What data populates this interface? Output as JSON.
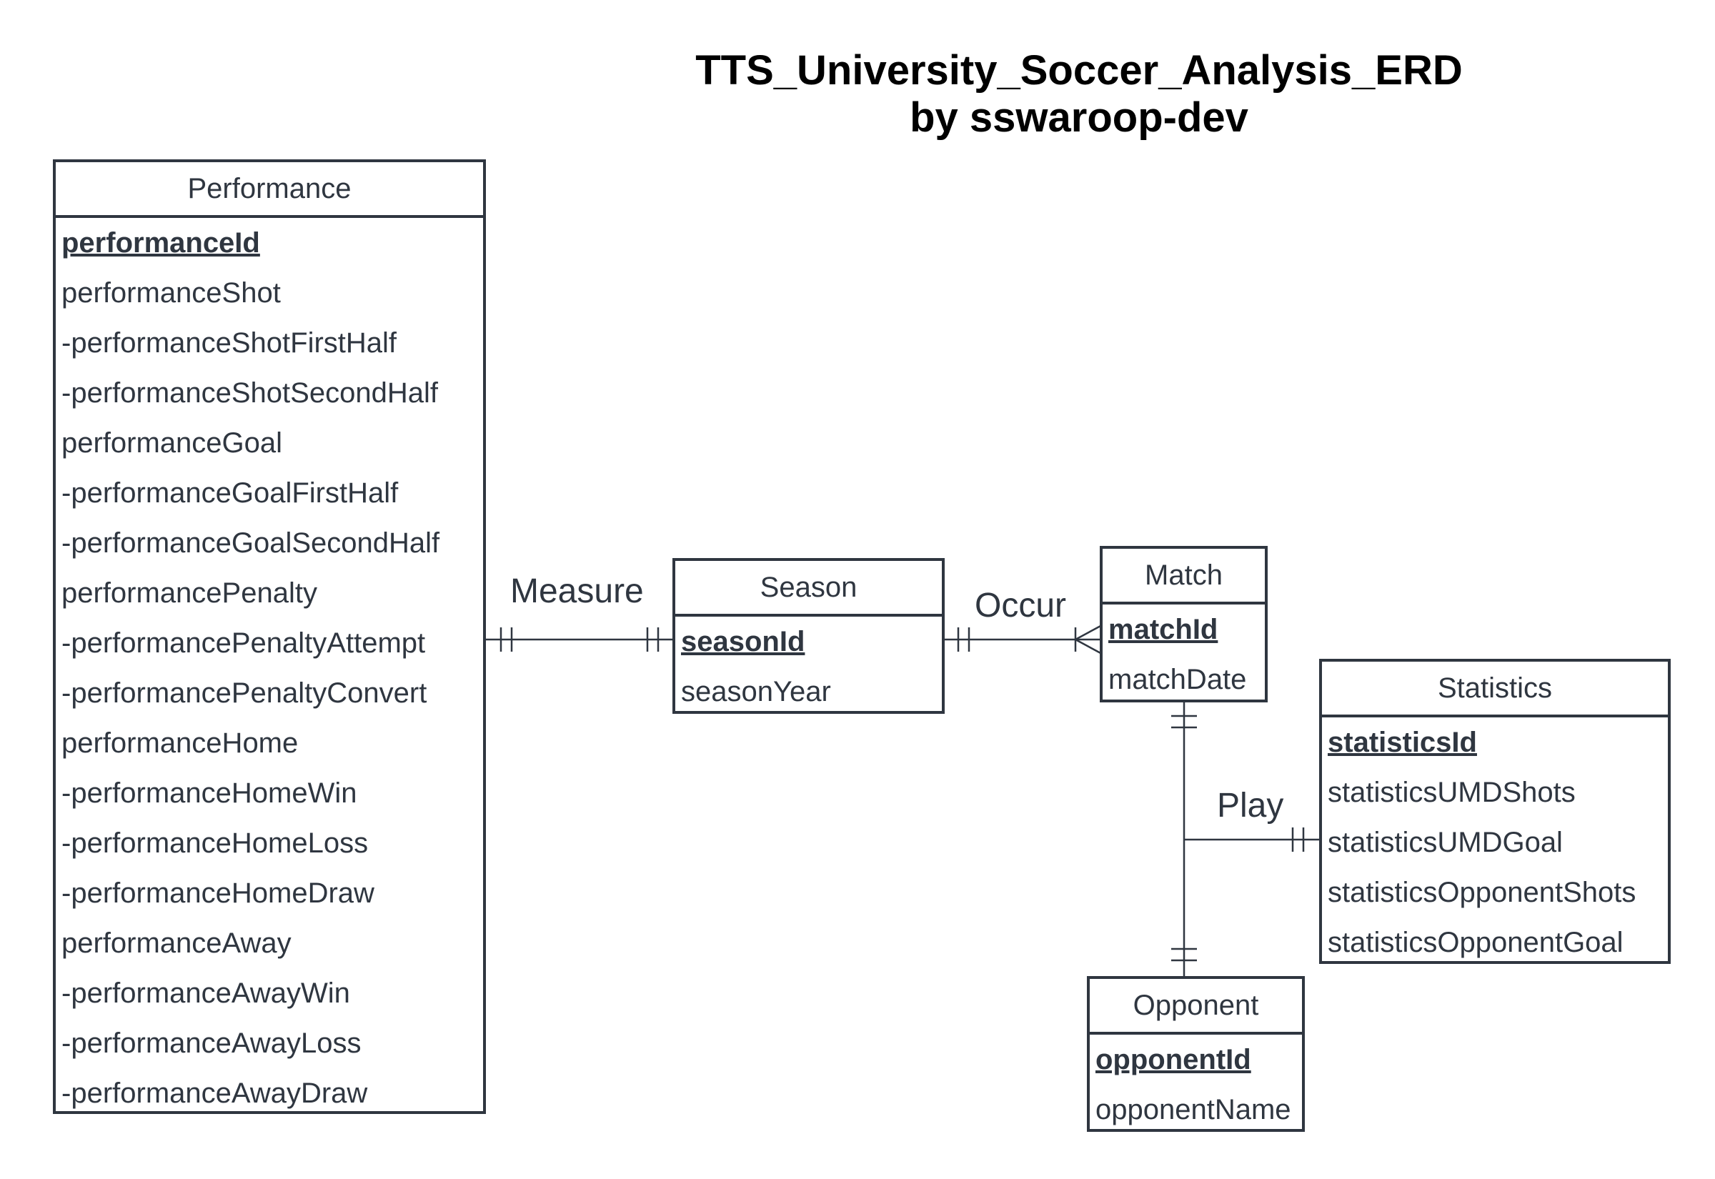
{
  "title": {
    "line1": "TTS_University_Soccer_Analysis_ERD",
    "line2": "by sswaroop-dev"
  },
  "entities": {
    "performance": {
      "name": "Performance",
      "attributes": [
        {
          "label": "performanceId",
          "pk": true
        },
        {
          "label": "performanceShot"
        },
        {
          "label": "-performanceShotFirstHalf"
        },
        {
          "label": "-performanceShotSecondHalf"
        },
        {
          "label": "performanceGoal"
        },
        {
          "label": "-performanceGoalFirstHalf"
        },
        {
          "label": "-performanceGoalSecondHalf"
        },
        {
          "label": "performancePenalty"
        },
        {
          "label": "-performancePenaltyAttempt"
        },
        {
          "label": "-performancePenaltyConvert"
        },
        {
          "label": "performanceHome"
        },
        {
          "label": "-performanceHomeWin"
        },
        {
          "label": "-performanceHomeLoss"
        },
        {
          "label": "-performanceHomeDraw"
        },
        {
          "label": "performanceAway"
        },
        {
          "label": "-performanceAwayWin"
        },
        {
          "label": "-performanceAwayLoss"
        },
        {
          "label": "-performanceAwayDraw"
        }
      ]
    },
    "season": {
      "name": "Season",
      "attributes": [
        {
          "label": "seasonId",
          "pk": true
        },
        {
          "label": "seasonYear"
        }
      ]
    },
    "match": {
      "name": "Match",
      "attributes": [
        {
          "label": "matchId",
          "pk": true
        },
        {
          "label": "matchDate"
        }
      ]
    },
    "statistics": {
      "name": "Statistics",
      "attributes": [
        {
          "label": "statisticsId",
          "pk": true
        },
        {
          "label": "statisticsUMDShots"
        },
        {
          "label": "statisticsUMDGoal"
        },
        {
          "label": "statisticsOpponentShots"
        },
        {
          "label": "statisticsOpponentGoal"
        }
      ]
    },
    "opponent": {
      "name": "Opponent",
      "attributes": [
        {
          "label": "opponentId",
          "pk": true
        },
        {
          "label": "opponentName"
        }
      ]
    }
  },
  "relationships": {
    "measure": {
      "label": "Measure",
      "from": "Performance",
      "to": "Season",
      "from_card": "one-and-only-one",
      "to_card": "one-and-only-one"
    },
    "occur": {
      "label": "Occur",
      "from": "Season",
      "to": "Match",
      "from_card": "one-and-only-one",
      "to_card": "many"
    },
    "play": {
      "label": "Play",
      "from": "Match",
      "to": [
        "Statistics",
        "Opponent"
      ],
      "from_card": "one-and-only-one",
      "to_card": "one-and-only-one"
    }
  },
  "colors": {
    "line": "#2f3640",
    "text": "#2f3640",
    "title": "#000000"
  }
}
